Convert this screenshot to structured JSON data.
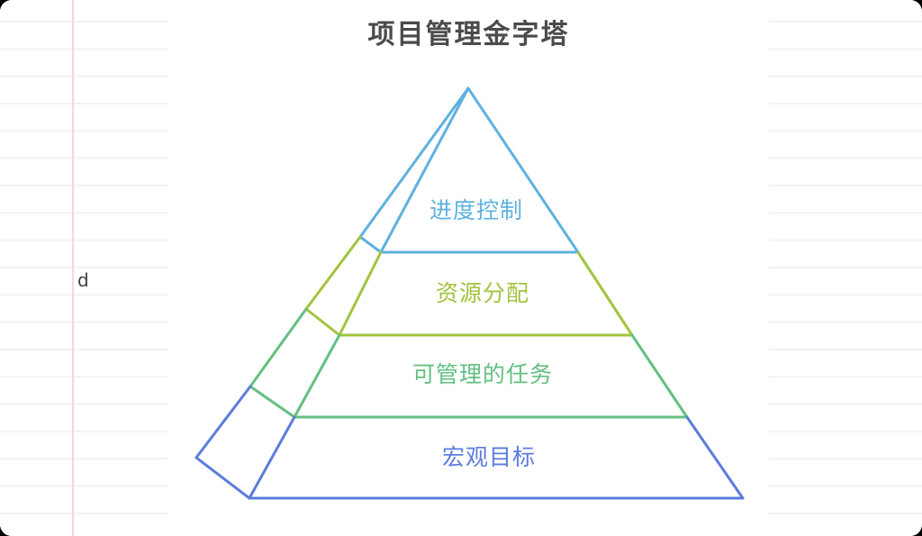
{
  "palette": {
    "window-backdrop": "#000000",
    "paper-bg": "#ffffff",
    "rule-line": "#f4f1f1",
    "margin-line": "#f5d8d2",
    "title-text": "#4b4b4b",
    "stray-text": "#3f3f3f"
  },
  "title": {
    "text": "项目管理金字塔"
  },
  "paper": {
    "stray_text": "d"
  },
  "pyramid": {
    "levels": [
      {
        "label": "进度控制",
        "color": "#5EB1E0"
      },
      {
        "label": "资源分配",
        "color": "#A2C43E"
      },
      {
        "label": "可管理的任务",
        "color": "#63C080"
      },
      {
        "label": "宏观目标",
        "color": "#5C7CDD"
      }
    ]
  }
}
